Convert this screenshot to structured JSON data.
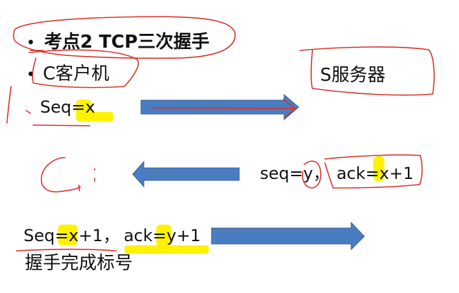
{
  "slide": {
    "title_bullet": "•",
    "title": "考点2  TCP三次握手",
    "client_bullet": "•",
    "client_label": "C客户机",
    "server_label": "S服务器",
    "step1": {
      "prefix": "Seq=",
      "var": "x",
      "suffix": ""
    },
    "step2": {
      "seq_prefix": "seq=",
      "seq_var": "y",
      "sep": "，",
      "ack_prefix": "ack=",
      "ack_var": "x",
      "ack_suffix": "+1"
    },
    "step3": {
      "seq_prefix": "Seq=",
      "seq_var": "x",
      "seq_suffix": "+1",
      "sep": "，",
      "ack_prefix": "ack=",
      "ack_var": "y",
      "ack_suffix": "+1"
    },
    "footer": "握手完成标号"
  },
  "colors": {
    "arrow_fill": "#4a7cc0",
    "arrow_stroke": "#3a5f95",
    "annotation_red": "#d8322a",
    "highlight_yellow": "#fff200"
  }
}
